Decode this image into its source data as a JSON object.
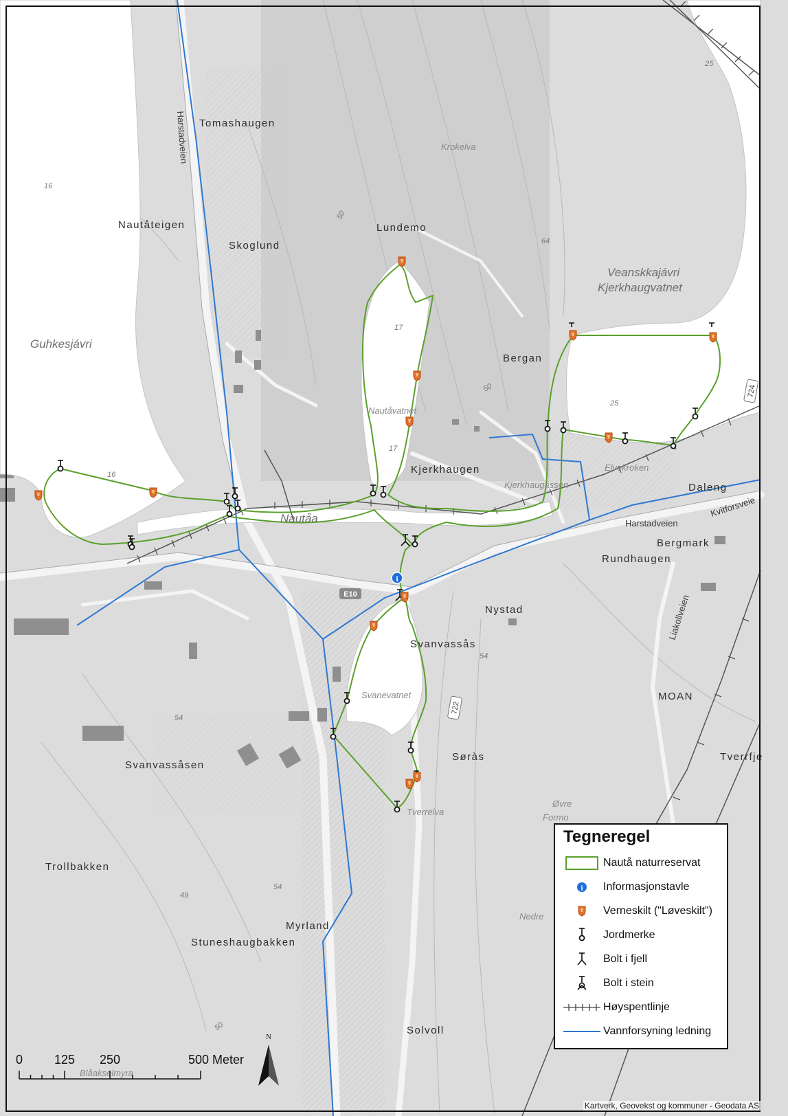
{
  "map": {
    "place_labels": {
      "tomashaugen": "Tomashaugen",
      "nautateigen": "Nautåteigen",
      "skoglund": "Skoglund",
      "lundemo": "Lundemo",
      "bergan": "Bergan",
      "kjerkhaugen": "Kjerkhaugen",
      "daleng": "Daleng",
      "bergmark": "Bergmark",
      "rundhaugen": "Rundhaugen",
      "nystad": "Nystad",
      "svanvassas": "Svanvassås",
      "moan": "MOAN",
      "soras": "Søràs",
      "tverrfje": "Tverrfje",
      "svanvassasen": "Svanvassåsen",
      "trollbakken": "Trollbakken",
      "myrland": "Myrland",
      "stuneshaugbakken": "Stuneshaugbakken",
      "solvoll": "Solvoll"
    },
    "water_labels": {
      "guhkesjavri": "Guhkesjávri",
      "veanskkajavri": "Veanskkajávri",
      "kjerkhaugvatnet": "Kjerkhaugvatnet",
      "nautavatnet": "Nautåvatnet",
      "svanevatnet": "Svanevatnet",
      "nautaa": "Nautåa",
      "krokelva": "Krokelva",
      "tverrelva": "Tverrelva",
      "elvekroken": "Elvekroken",
      "kjerkhaugaassen": "Kjerkhaugåssen",
      "ovre": "Øvre",
      "formo": "Formo",
      "nedre": "Nedre",
      "blaakselmyra": "Blåakselmyra"
    },
    "road_labels": {
      "harstadveien_n": "Harstadveien",
      "harstadveien_e": "Harstadveien",
      "kvitforsveien": "Kvitforsveie",
      "liakollveien": "Liakollveien",
      "e10": "E10",
      "r722": "722",
      "r724": "724"
    },
    "elevations": {
      "e25a": "25",
      "e16a": "16",
      "e64": "64",
      "e17a": "17",
      "e17b": "17",
      "e25b": "25",
      "e16b": "16",
      "e54a": "54",
      "e54b": "54",
      "e49": "49",
      "e54c": "54",
      "e50a": "50",
      "e50b": "50",
      "e50c": "50"
    },
    "colors": {
      "reserve": "#5aa02c",
      "water_line": "#2f78d1",
      "info": "#1e6fd9",
      "verneskilt": "#e2722b",
      "background": "#d9d9d9",
      "water_fill": "#ffffff"
    }
  },
  "legend": {
    "title": "Tegneregel",
    "items": [
      {
        "icon": "reserve-boundary-icon",
        "label": "Nautå naturreservat"
      },
      {
        "icon": "info-board-icon",
        "label": "Informasjonstavle"
      },
      {
        "icon": "protection-sign-icon",
        "label": "Verneskilt (\"Løveskilt\")"
      },
      {
        "icon": "boundary-marker-icon",
        "label": "Jordmerke"
      },
      {
        "icon": "rock-bolt-icon",
        "label": "Bolt i fjell"
      },
      {
        "icon": "stone-bolt-icon",
        "label": "Bolt i stein"
      },
      {
        "icon": "power-line-icon",
        "label": "Høyspentlinje"
      },
      {
        "icon": "water-pipe-icon",
        "label": "Vannforsyning ledning"
      }
    ]
  },
  "scalebar": {
    "ticks": [
      "0",
      "125",
      "250",
      "500 Meter"
    ],
    "unit": "Meter"
  },
  "north": {
    "label": "N"
  },
  "credit": "Kartverk, Geovekst og kommuner - Geodata AS"
}
